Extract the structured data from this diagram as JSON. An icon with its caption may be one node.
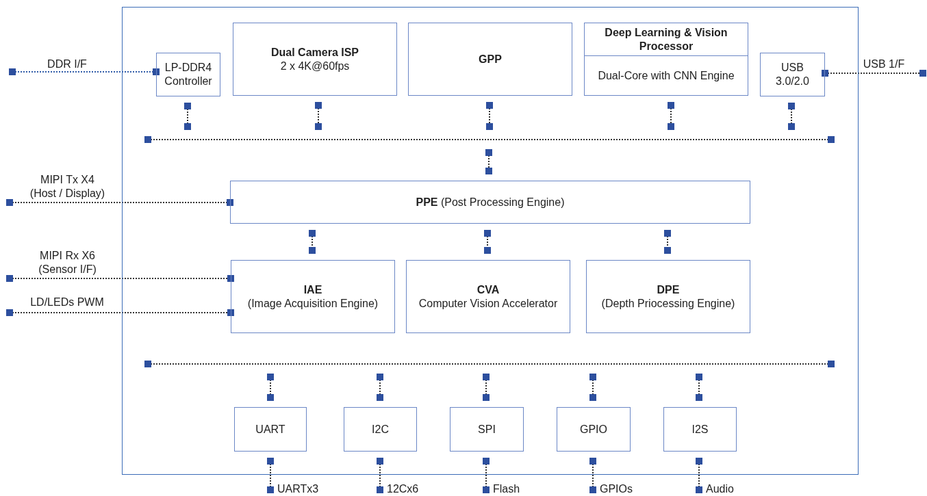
{
  "diagram": {
    "nodes": [
      {
        "text": [],
        "shape": "box"
      },
      {
        "text": [
          "LP-DDR4 Controller"
        ],
        "in": 0
      },
      {
        "text": [
          "Dual Camera ISP",
          "2 x 4K@60fps"
        ],
        "in": 0
      },
      {
        "text": [
          "GPP"
        ],
        "in": 0
      },
      {
        "text": [
          "Deep Learning & Vision Processor",
          "Dual-Core with CNN Engine"
        ],
        "in": 0
      },
      {
        "text": [
          "USB 3.0/2.0"
        ],
        "in": 0
      },
      {
        "text": [],
        "shape": "bar",
        "in": 0
      },
      {
        "text": [
          "**PPE** (Post Processing Engine)"
        ],
        "in": 0
      },
      {
        "text": [
          "IAE",
          "(Image Acquisition Engine)"
        ],
        "in": 0
      },
      {
        "text": [
          "CVA",
          "Computer Vision Accelerator"
        ],
        "in": 0
      },
      {
        "text": [
          "DPE",
          "(Depth Priocessing Engine)"
        ],
        "in": 0
      },
      {
        "text": [],
        "shape": "bar",
        "in": 0
      },
      {
        "text": [
          "UART"
        ],
        "in": 0
      },
      {
        "text": [
          "I2C"
        ],
        "in": 0
      },
      {
        "text": [
          "SPI"
        ],
        "in": 0
      },
      {
        "text": [
          "GPIO"
        ],
        "in": 0
      },
      {
        "text": [
          "I2S"
        ],
        "in": 0
      }
    ],
    "edges": [
      {
        "from": null,
        "to": 1,
        "arrow": "other",
        "label": "DDR I/F",
        "color": "#2f5ba8"
      },
      {
        "from": 5,
        "to": null,
        "arrow": "other",
        "label": "USB 1/F"
      },
      {
        "from": null,
        "to": 7,
        "arrow": "other",
        "label": "MIPI Tx X4 (Host / Display)"
      },
      {
        "from": null,
        "to": 8,
        "arrow": "other",
        "label": "MIPI Rx X6 (Sensor I/F)"
      },
      {
        "from": null,
        "to": 8,
        "arrow": "other",
        "label": "LD/LEDs PWM"
      },
      {
        "from": 1,
        "to": 6,
        "arrow": "other"
      },
      {
        "from": 2,
        "to": 6,
        "arrow": "other"
      },
      {
        "from": 3,
        "to": 6,
        "arrow": "other"
      },
      {
        "from": 4,
        "to": 6,
        "arrow": "other"
      },
      {
        "from": 5,
        "to": 6,
        "arrow": "other"
      },
      {
        "from": 6,
        "to": 7,
        "arrow": "other"
      },
      {
        "from": 7,
        "to": 8,
        "arrow": "other"
      },
      {
        "from": 7,
        "to": 9,
        "arrow": "other"
      },
      {
        "from": 7,
        "to": 10,
        "arrow": "other"
      },
      {
        "from": 11,
        "to": 12,
        "arrow": "other"
      },
      {
        "from": 11,
        "to": 13,
        "arrow": "other"
      },
      {
        "from": 11,
        "to": 14,
        "arrow": "other"
      },
      {
        "from": 11,
        "to": 15,
        "arrow": "other"
      },
      {
        "from": 11,
        "to": 16,
        "arrow": "other"
      },
      {
        "from": 12,
        "to": null,
        "arrow": "other",
        "label": "UARTx3"
      },
      {
        "from": 13,
        "to": null,
        "arrow": "other",
        "label": "12Cx6"
      },
      {
        "from": 14,
        "to": null,
        "arrow": "other",
        "label": "Flash"
      },
      {
        "from": 15,
        "to": null,
        "arrow": "other",
        "label": "GPIOs"
      },
      {
        "from": 16,
        "to": null,
        "arrow": "other",
        "label": "Audio"
      }
    ]
  }
}
